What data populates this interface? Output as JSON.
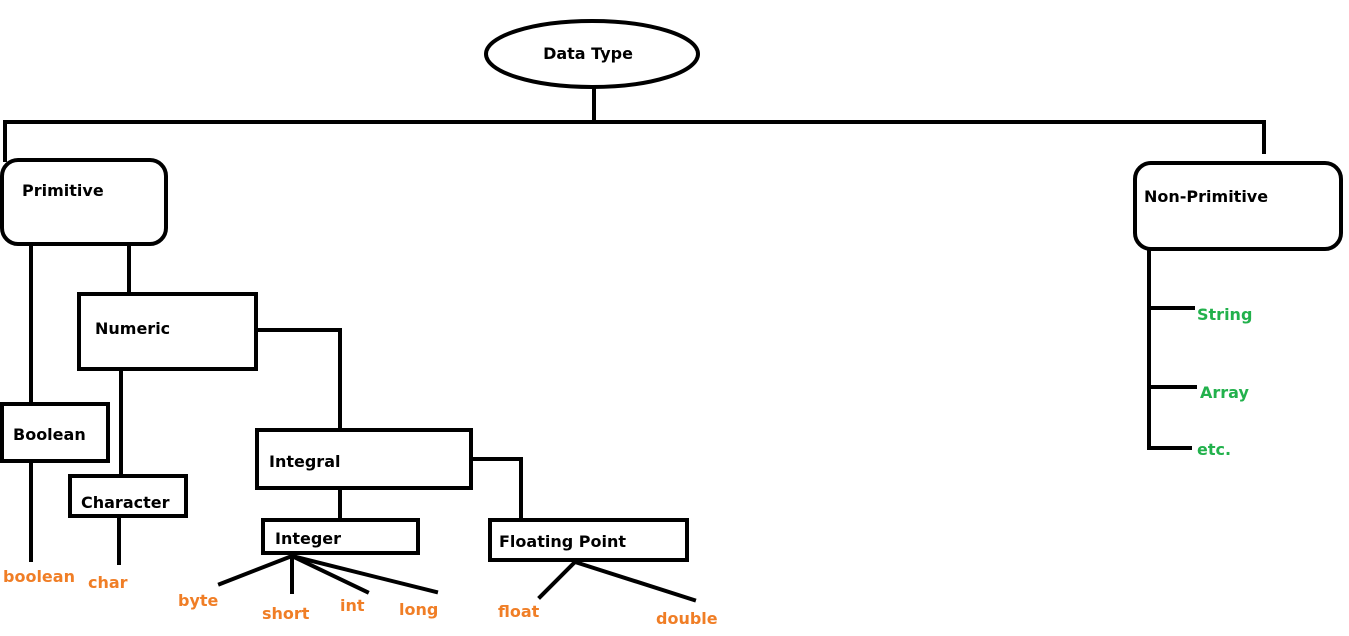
{
  "colors": {
    "outline": "#000000",
    "primitive_leaf": "#f07e26",
    "non_primitive_leaf": "#22b14c"
  },
  "nodes": {
    "root": "Data Type",
    "primitive": "Primitive",
    "non_primitive": "Non-Primitive",
    "numeric": "Numeric",
    "boolean": "Boolean",
    "character": "Character",
    "integral": "Integral",
    "integer": "Integer",
    "floating_point": "Floating Point"
  },
  "leaves": {
    "boolean": "boolean",
    "char": "char",
    "byte": "byte",
    "short": "short",
    "int": "int",
    "long": "long",
    "float": "float",
    "double": "double"
  },
  "non_primitive_items": [
    "String",
    "Array",
    "etc."
  ]
}
